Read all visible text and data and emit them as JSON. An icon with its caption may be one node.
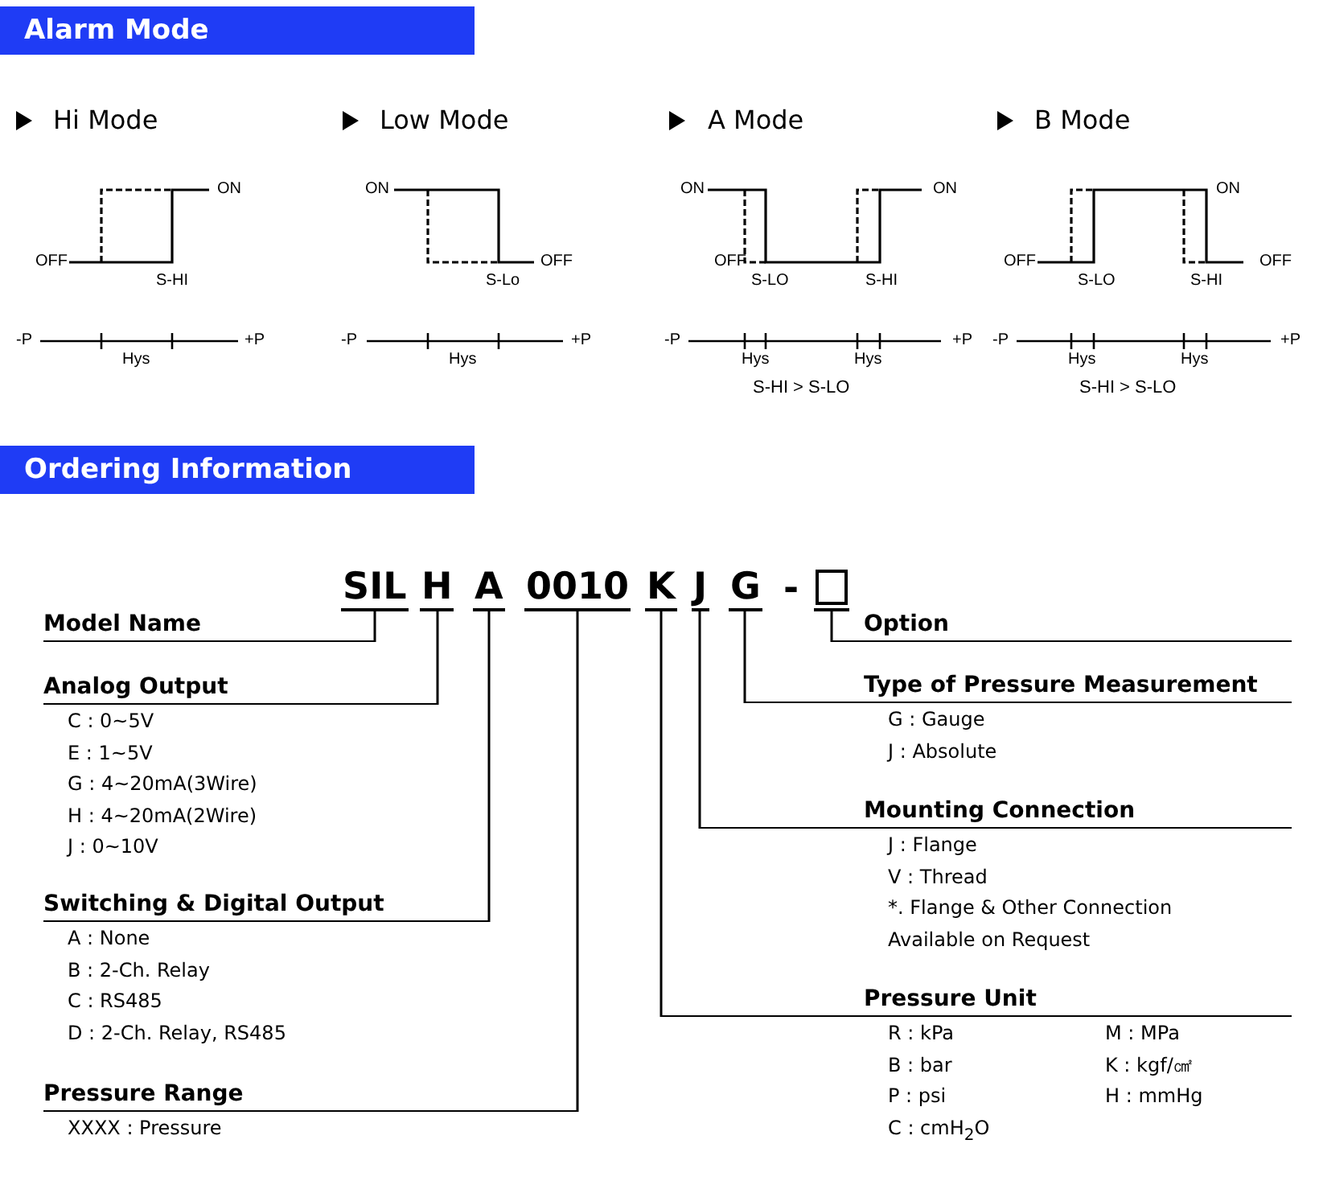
{
  "diagram": {
    "nodes": [
      {
        "text": [
          "SIL"
        ]
      },
      {
        "text": [
          "H"
        ]
      },
      {
        "text": [
          "A"
        ]
      },
      {
        "text": [
          "0010"
        ]
      },
      {
        "text": [
          "K"
        ]
      },
      {
        "text": [
          "J"
        ]
      },
      {
        "text": [
          "G"
        ]
      },
      {
        "text": [],
        "shape": "box"
      },
      {
        "text": [
          "Model Name"
        ]
      },
      {
        "text": [
          "Analog Output",
          "C : 0~5V",
          "E : 1~5V",
          "G : 4~20mA(3Wire)",
          "H : 4~20mA(2Wire)",
          "J : 0~10V"
        ]
      },
      {
        "text": [
          "Switching & Digital Output",
          "A : None",
          "B : 2-Ch. Relay",
          "C : RS485",
          "D : 2-Ch. Relay, RS485"
        ]
      },
      {
        "text": [
          "Pressure Range",
          "XXXX : Pressure"
        ]
      },
      {
        "text": [
          "Option"
        ]
      },
      {
        "text": [
          "Type of Pressure Measurement",
          "G : Gauge",
          "J : Absolute"
        ]
      },
      {
        "text": [
          "Mounting Connection",
          "J : Flange",
          "V : Thread",
          "*. Flange & Other Connection Available on Request"
        ]
      },
      {
        "text": [
          "Pressure Unit",
          "R : kPa",
          "B : bar",
          "P : psi",
          "C : cmH$_{2}$O",
          "M : MPa",
          "K : kgf/㎠",
          "H : mmHg"
        ]
      }
    ],
    "edges": [
      {
        "from": 0,
        "to": 8,
        "arrow": "none"
      },
      {
        "from": 1,
        "to": 9,
        "arrow": "none"
      },
      {
        "from": 2,
        "to": 10,
        "arrow": "none"
      },
      {
        "from": 3,
        "to": 11,
        "arrow": "none"
      },
      {
        "from": 7,
        "to": 12,
        "arrow": "none"
      },
      {
        "from": 6,
        "to": 13,
        "arrow": "none"
      },
      {
        "from": 5,
        "to": 14,
        "arrow": "none"
      },
      {
        "from": 4,
        "to": 15,
        "arrow": "none"
      }
    ],
    "labels": [
      "Alarm Mode",
      "Hi Mode",
      "Low Mode",
      "A Mode",
      "B Mode",
      "ON",
      "OFF",
      "S-HI",
      "-P",
      "+P",
      "Hys",
      "ON",
      "OFF",
      "S-Lo",
      "-P",
      "+P",
      "Hys",
      "ON",
      "ON",
      "OFF",
      "S-LO",
      "S-HI",
      "-P",
      "Hys",
      "Hys",
      "+P",
      "S-HI > S-LO",
      "ON",
      "OFF",
      "OFF",
      "S-LO",
      "S-HI",
      "-P",
      "Hys",
      "Hys",
      "+P",
      "S-HI > S-LO",
      "Ordering Information",
      "-"
    ]
  }
}
